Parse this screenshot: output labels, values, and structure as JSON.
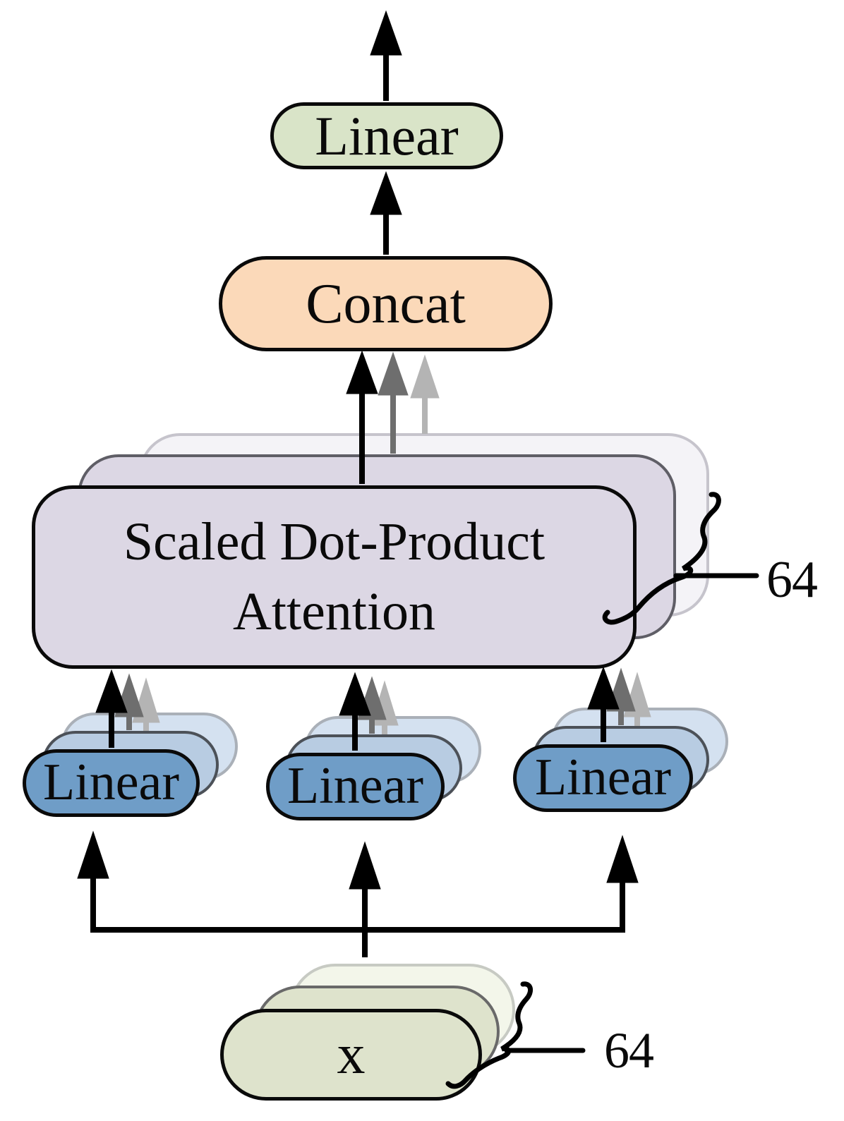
{
  "figure": {
    "type": "multi-head-attention-diagram",
    "boxes": {
      "final_linear": {
        "label": "Linear"
      },
      "concat": {
        "label": "Concat"
      },
      "attention": {
        "label_line1": "Scaled Dot-Product",
        "label_line2": "Attention"
      },
      "linear_left": {
        "label": "Linear"
      },
      "linear_middle": {
        "label": "Linear"
      },
      "linear_right": {
        "label": "Linear"
      },
      "input": {
        "label": "x"
      }
    },
    "annotations": {
      "attention_stack_count": "64",
      "input_stack_count": "64"
    },
    "colors": {
      "final_linear_fill": "#d9e4c8",
      "concat_fill": "#fbd9b9",
      "attention_fill": "#dcd7e4",
      "attention_back_fill": "#f4f3f7",
      "linear_front_fill": "#6f9dc7",
      "linear_mid_fill": "#b8cce2",
      "linear_back_fill": "#d4e1f0",
      "input_fill": "#dee3cc",
      "input_back_fill": "#f3f6ea",
      "arrow_black": "#000000",
      "arrow_dark_gray": "#6e6e6e",
      "arrow_light_gray": "#b4b4b4"
    }
  }
}
